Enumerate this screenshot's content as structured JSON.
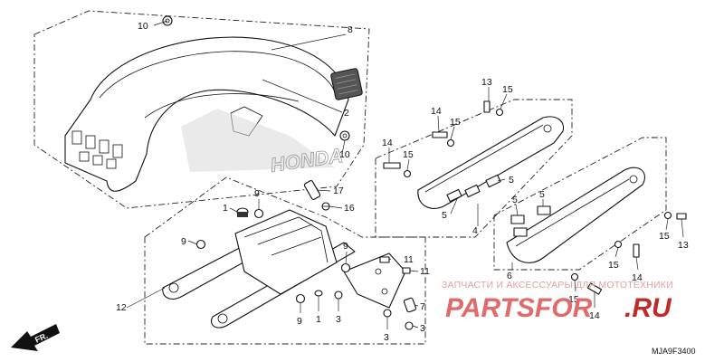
{
  "diagram": {
    "callouts": {
      "c1": "10",
      "c2": "8",
      "c3": "2",
      "c4": "10",
      "c5": "17",
      "c6": "16",
      "c7": "13",
      "c8": "15",
      "c9": "14",
      "c10": "15",
      "c11": "14",
      "c12": "15",
      "c13": "5",
      "c14": "5",
      "c15": "4",
      "c16": "9",
      "c17": "1",
      "c18": "9",
      "c19": "11",
      "c20": "11",
      "c21": "12",
      "c22": "9",
      "c23": "1",
      "c24": "3",
      "c25": "7",
      "c26": "3",
      "c27": "3",
      "c28": "5",
      "c29": "5",
      "c30": "15",
      "c31": "13",
      "c32": "15",
      "c33": "6",
      "c34": "14",
      "c35": "15",
      "c36": "14"
    },
    "diagram_code": "MJA9F3400",
    "direction_label": "FR.",
    "watermark": {
      "top_line": "ЗАПЧАСТИ И АКСЕССУАРЫ ДЛЯ МОТОТЕХНИКИ",
      "brand": "PARTSFOR",
      "suffix": ".RU"
    },
    "fender_emblem": "HONDA"
  }
}
